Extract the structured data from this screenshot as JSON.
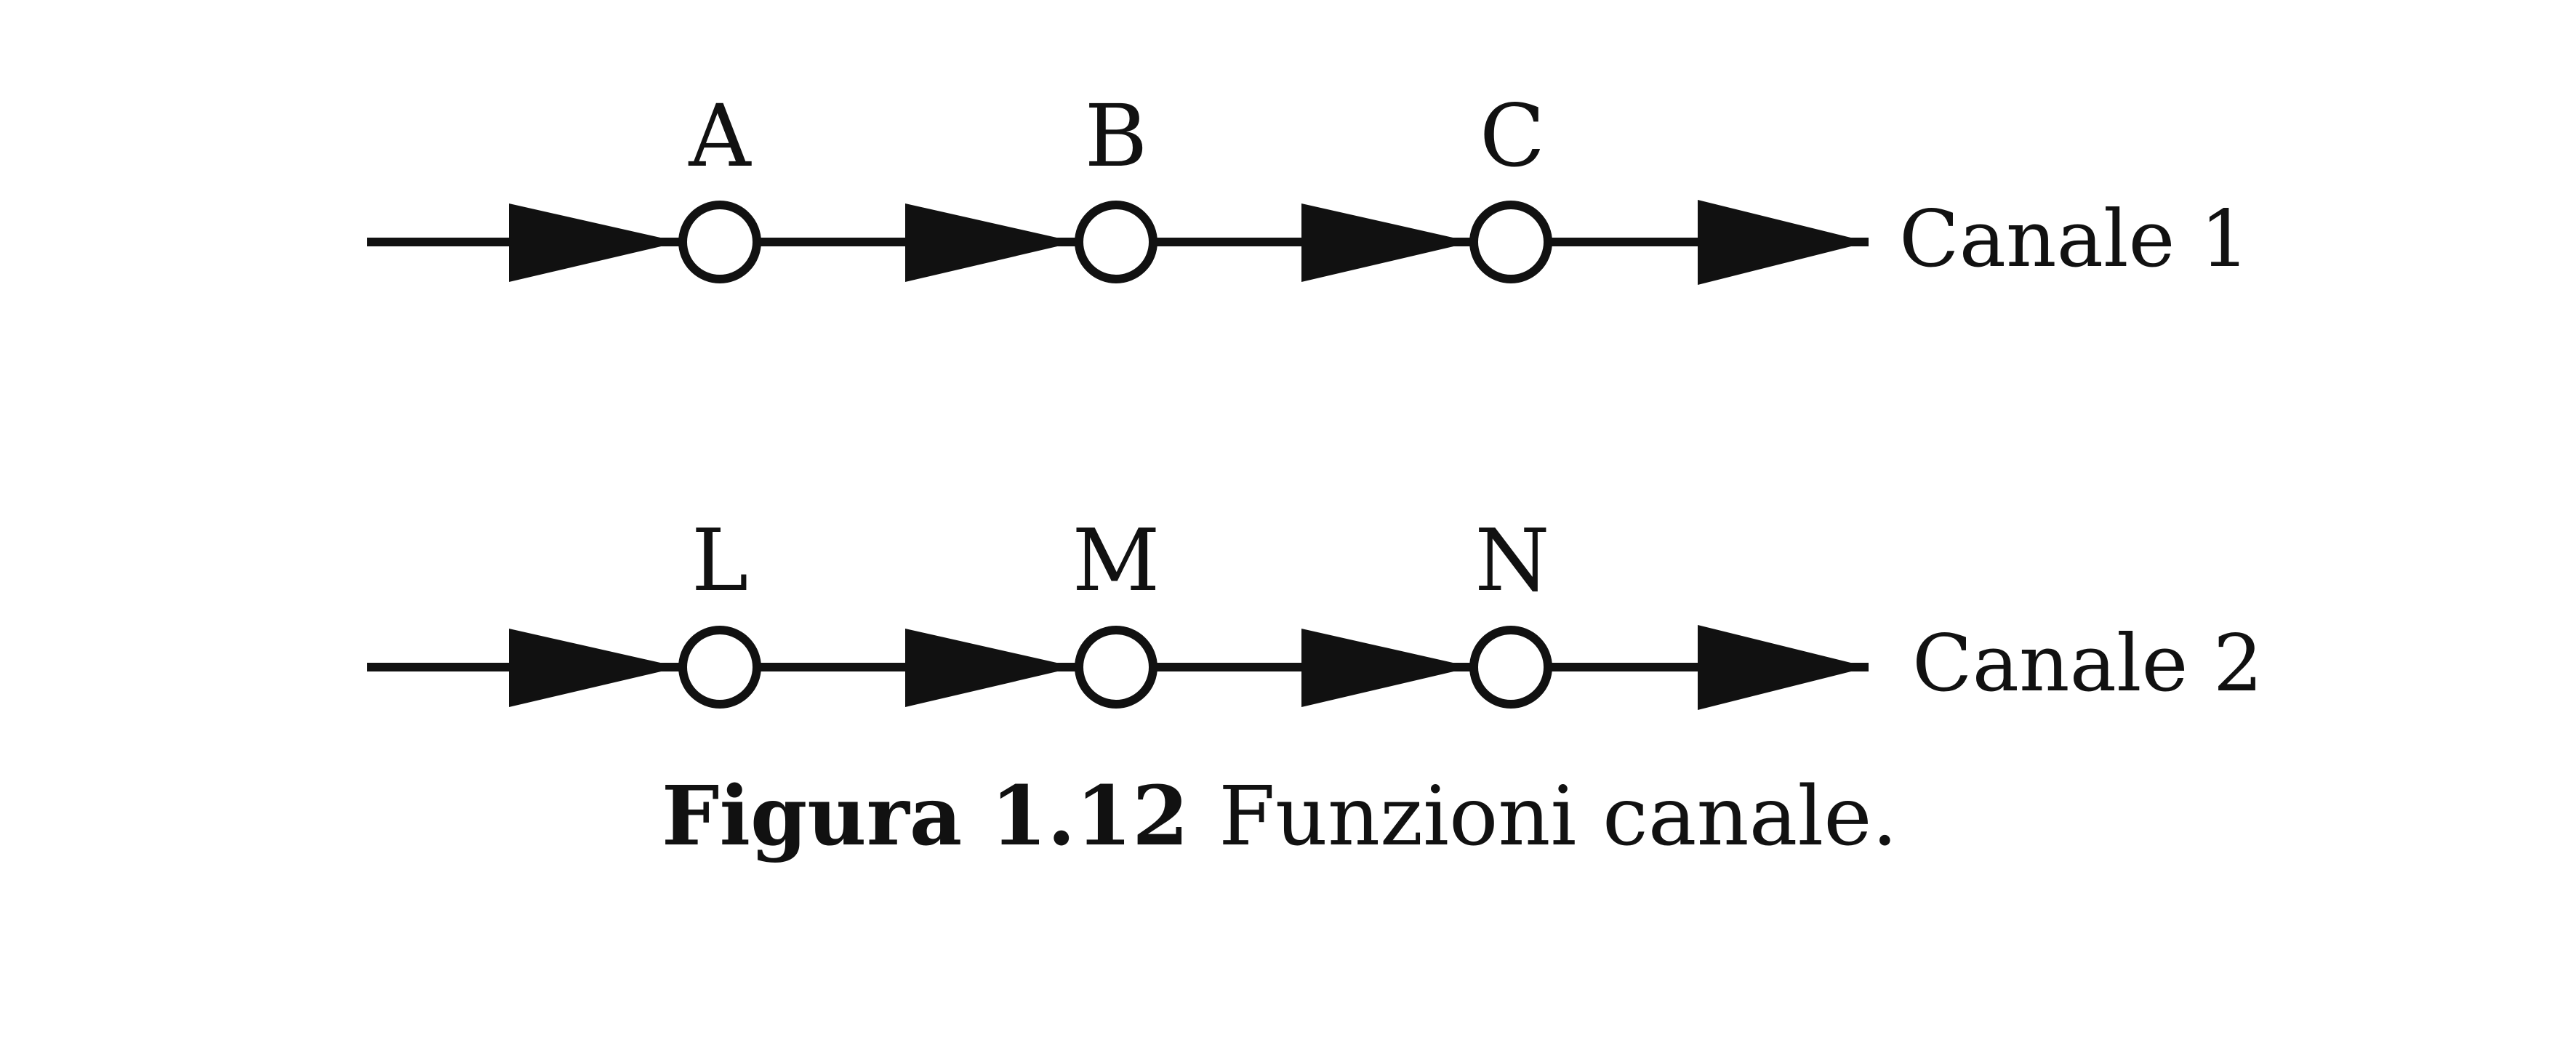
{
  "channels": [
    {
      "name": "Canale 1",
      "nodes": [
        "A",
        "B",
        "C"
      ]
    },
    {
      "name": "Canale 2",
      "nodes": [
        "L",
        "M",
        "N"
      ]
    }
  ],
  "caption": {
    "number": "Figura 1.12",
    "text": "Funzioni canale."
  },
  "colors": {
    "ink": "#111111",
    "background": "#ffffff"
  }
}
